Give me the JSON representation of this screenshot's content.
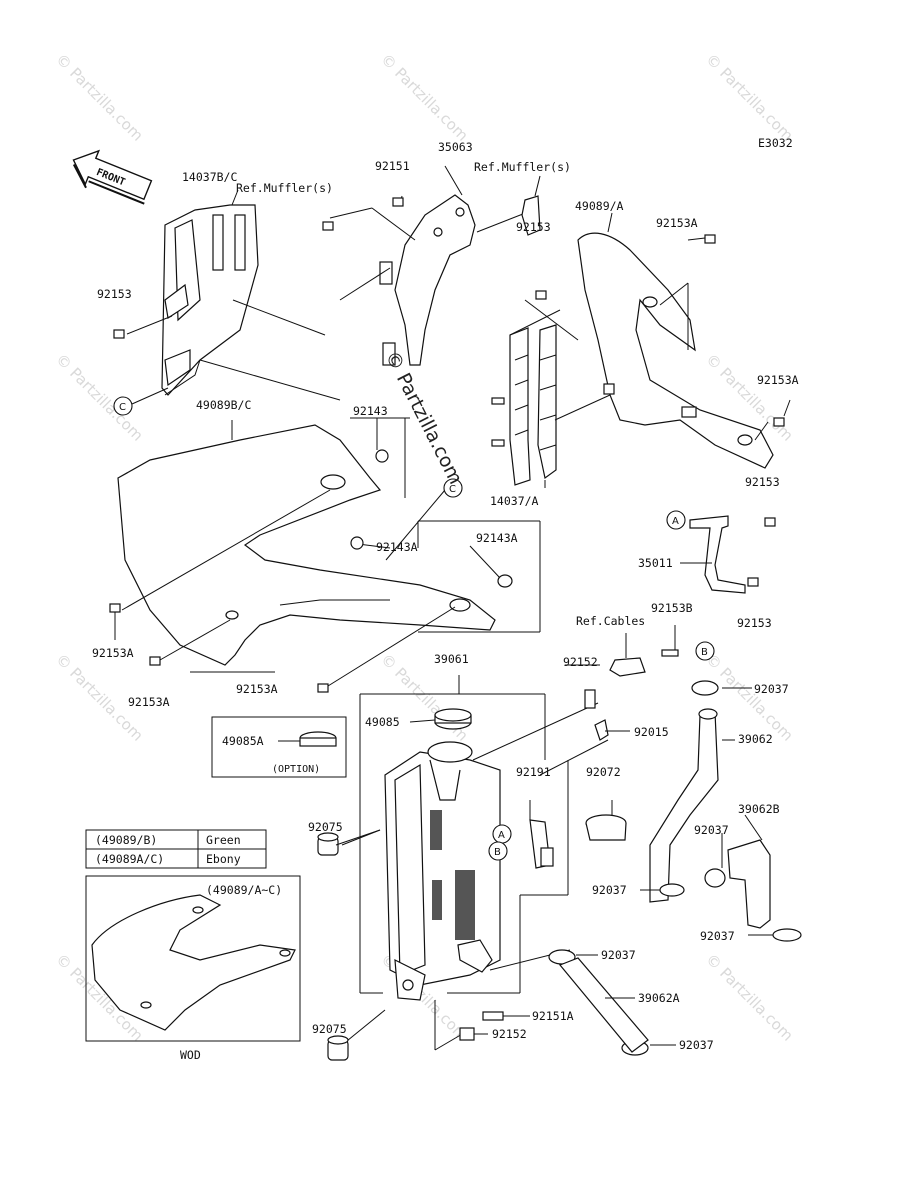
{
  "diagram": {
    "code": "E3032",
    "front_label": "FRONT",
    "watermark": "© Partzilla.com",
    "center_watermark": "© Partzilla.com",
    "circle_markers": {
      "a": "A",
      "b": "B",
      "c": "C"
    },
    "labels": {
      "p14037bc": "14037B/C",
      "refm1": "Ref.Muffler(s)",
      "p92151": "92151",
      "p35063": "35063",
      "refm2": "Ref.Muffler(s)",
      "p49089a": "49089/A",
      "p92153a_top": "92153A",
      "p92153_mid": "92153",
      "p92153_left": "92153",
      "p92153a_right": "92153A",
      "p49089bc": "49089B/C",
      "p92143": "92143",
      "p14037a": "14037/A",
      "p92153_r1": "92153",
      "p92143a_1": "92143A",
      "p92143a_2": "92143A",
      "p35011": "35011",
      "p92153_r2": "92153",
      "p92153a_l1": "92153A",
      "p92153a_l2": "92153A",
      "p92153b": "92153B",
      "ref_cables": "Ref.Cables",
      "p92153a_l3": "92153A",
      "p39061": "39061",
      "p92152_top": "92152",
      "p92037_1": "92037",
      "p49085": "49085",
      "p49085a": "49085A",
      "option": "(OPTION)",
      "p92015": "92015",
      "p39062": "39062",
      "p92191": "92191",
      "p92072": "92072",
      "p92075_1": "92075",
      "p39062b": "39062B",
      "p92037_2": "92037",
      "p92037_3": "92037",
      "p92037_4": "92037",
      "p92037_5": "92037",
      "p39062a": "39062A",
      "p92075_2": "92075",
      "p92151a": "92151A",
      "p92152_bot": "92152",
      "p92037_6": "92037",
      "inset_label": "(49089/A~C)",
      "wod": "WOD"
    },
    "color_table": [
      {
        "part": "(49089/B)",
        "color": "Green"
      },
      {
        "part": "(49089A/C)",
        "color": "Ebony"
      }
    ]
  }
}
